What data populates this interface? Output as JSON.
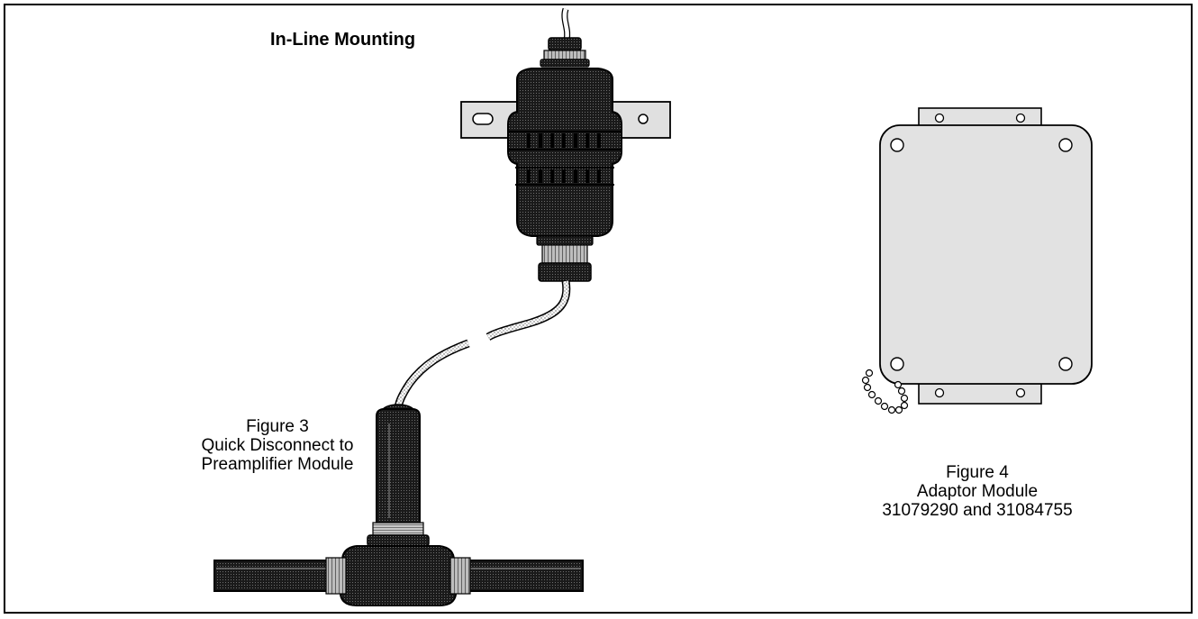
{
  "title": "In-Line Mounting",
  "figure3": {
    "lines": [
      "Figure 3",
      "Quick Disconnect to",
      "Preamplifier Module"
    ]
  },
  "figure4": {
    "lines": [
      "Figure 4",
      "Adaptor Module",
      "31079290  and 31084755"
    ]
  },
  "colors": {
    "dark": "#2b2b2b",
    "plate": "#e2e2e2",
    "line": "#000000"
  }
}
